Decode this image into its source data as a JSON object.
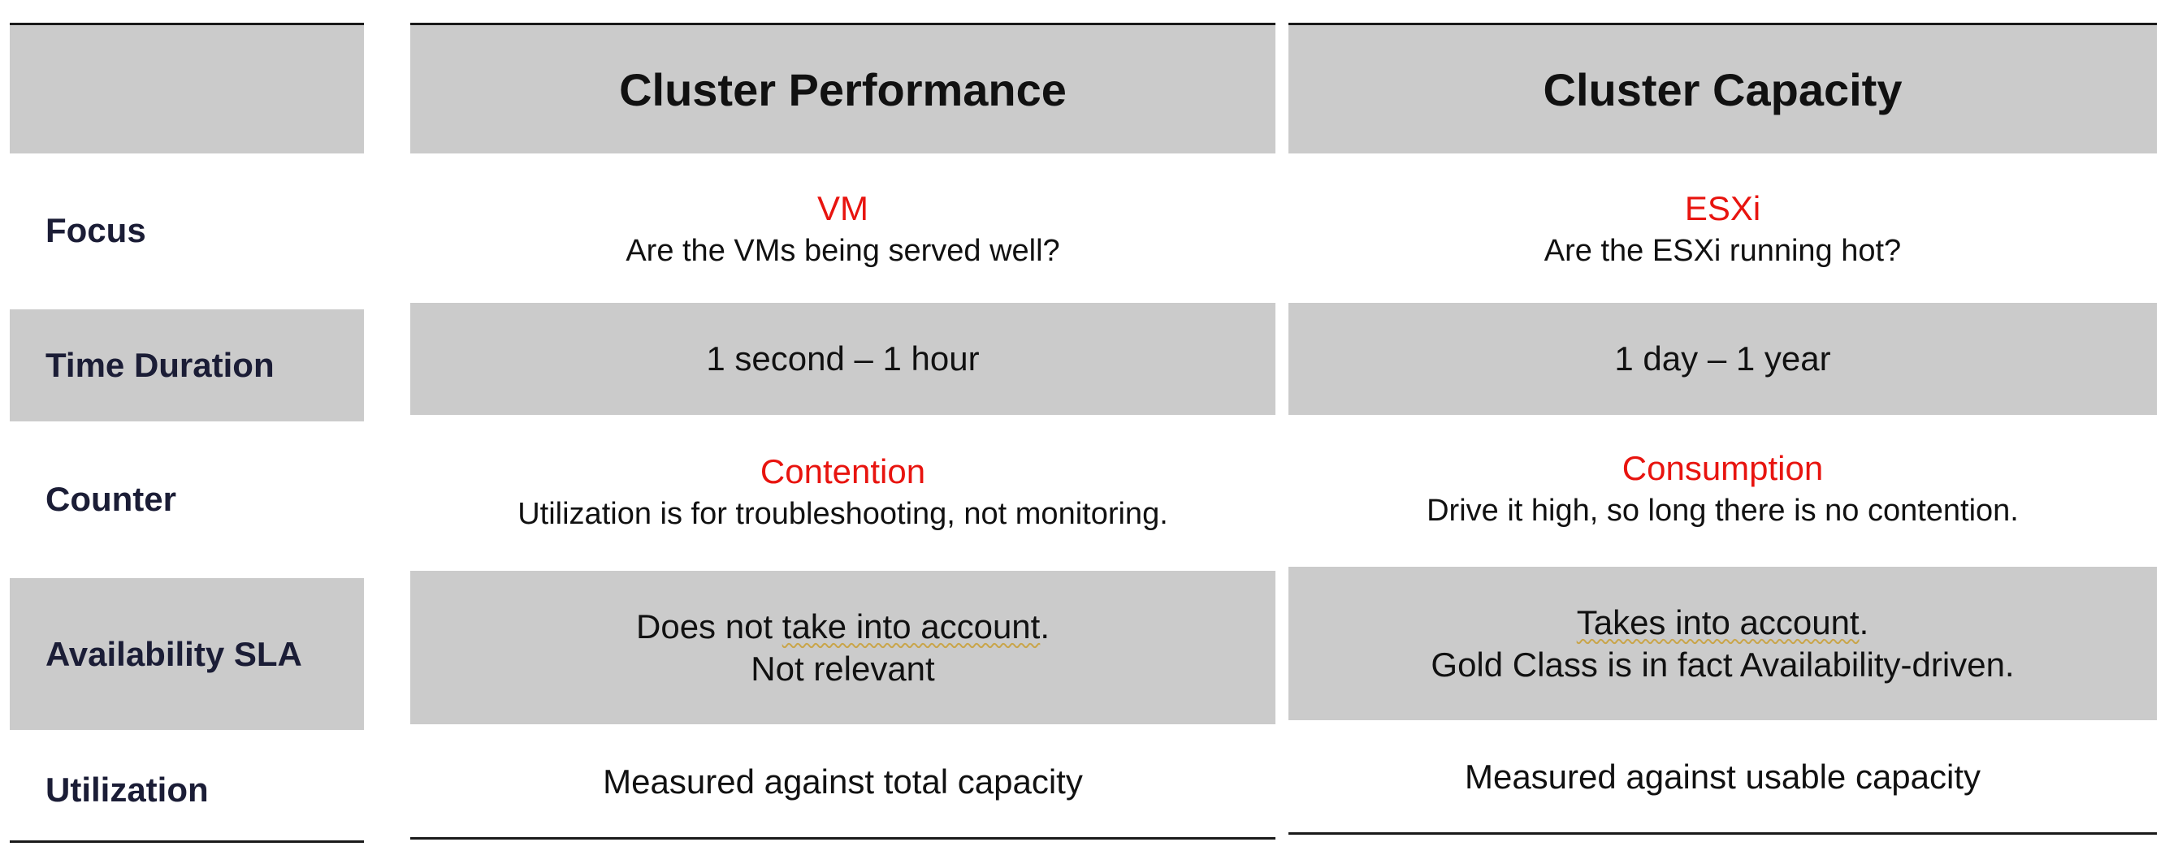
{
  "columns": {
    "performance": {
      "title": "Cluster Performance"
    },
    "capacity": {
      "title": "Cluster Capacity"
    }
  },
  "rows": {
    "focus": {
      "label": "Focus",
      "performance": {
        "highlight": "VM",
        "text": "Are the VMs being served well?"
      },
      "capacity": {
        "highlight": "ESXi",
        "text": "Are the ESXi running hot?"
      }
    },
    "time_duration": {
      "label": "Time Duration",
      "performance": {
        "text": "1 second – 1 hour"
      },
      "capacity": {
        "text": "1 day – 1 year"
      }
    },
    "counter": {
      "label": "Counter",
      "performance": {
        "highlight": "Contention",
        "text": "Utilization is for troubleshooting, not monitoring."
      },
      "capacity": {
        "highlight": "Consumption",
        "text": "Drive it high, so long there is no contention."
      }
    },
    "availability_sla": {
      "label": "Availability SLA",
      "performance": {
        "line1_pre": "Does not ",
        "line1_mark": "take into account",
        "line1_post": ".",
        "line2": "Not relevant"
      },
      "capacity": {
        "line1_mark": "Takes into account",
        "line1_post": ".",
        "line2": "Gold Class is in fact Availability-driven."
      }
    },
    "utilization": {
      "label": "Utilization",
      "performance": {
        "text": "Measured against total capacity"
      },
      "capacity": {
        "text": "Measured against usable capacity"
      }
    }
  },
  "colors": {
    "highlight": "#e8140f",
    "band": "#cbcbcb",
    "label": "#1b1d36"
  }
}
